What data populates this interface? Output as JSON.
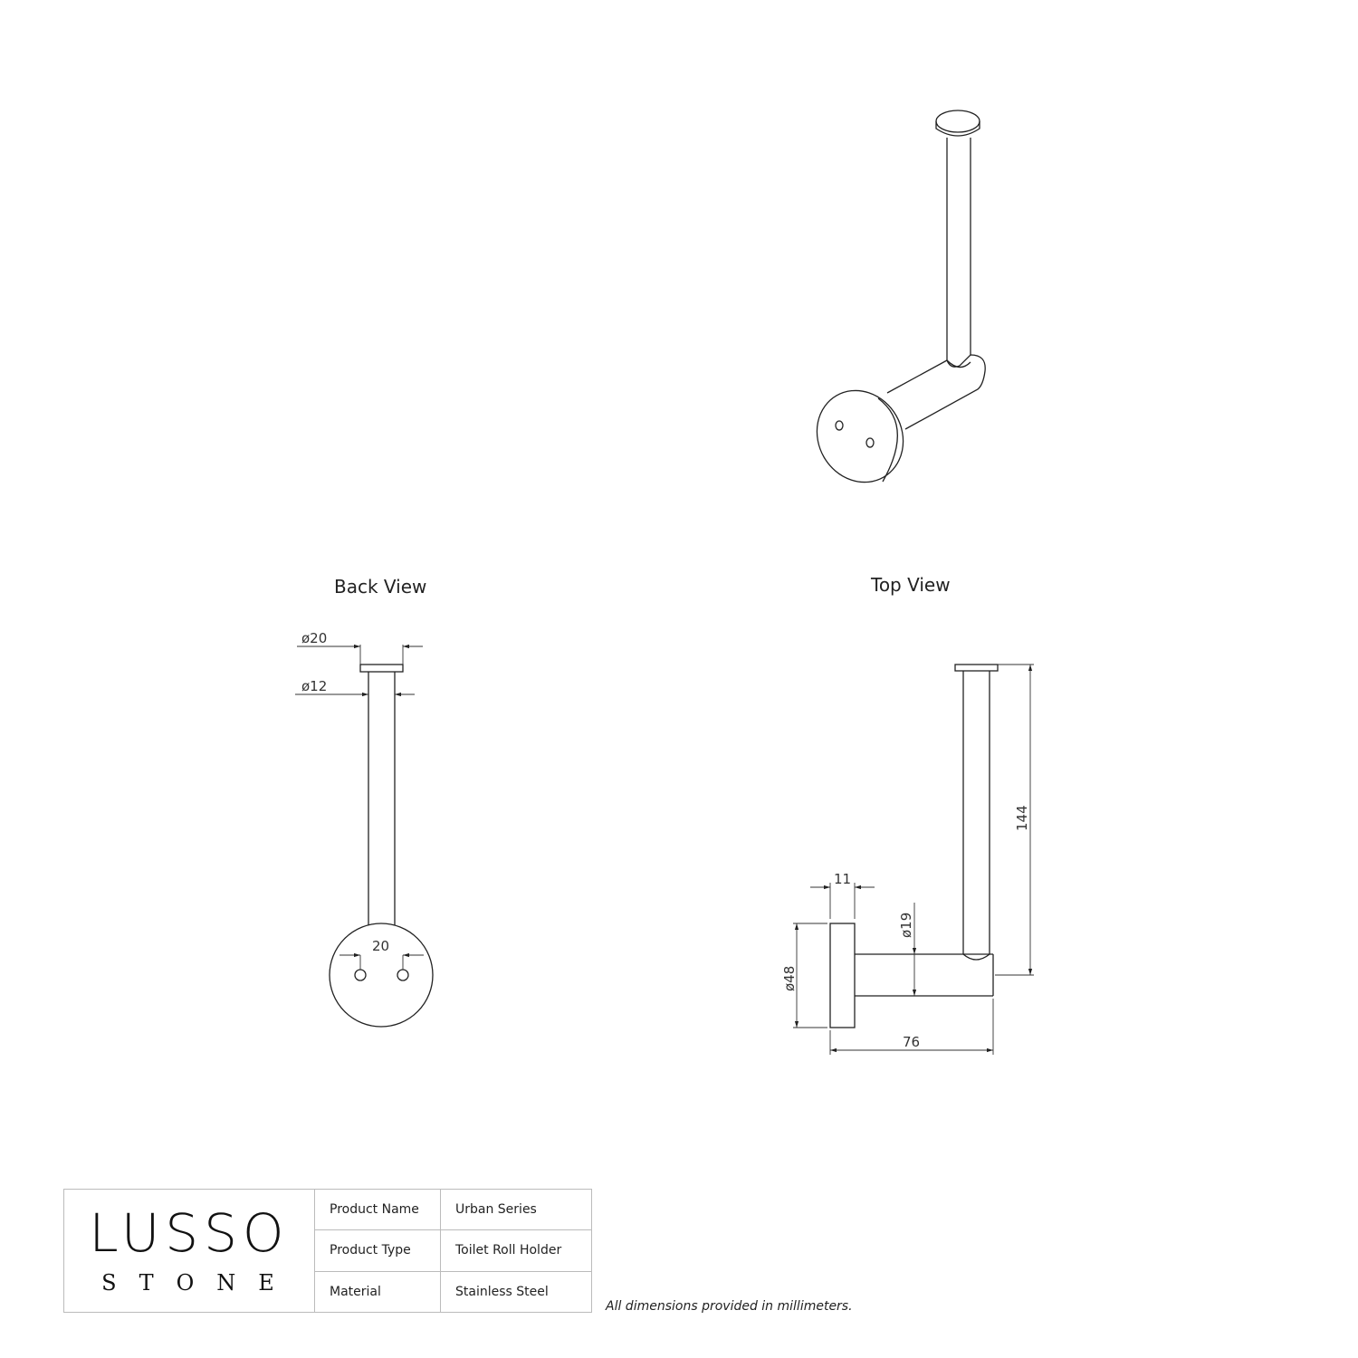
{
  "views": {
    "back_title": "Back View",
    "top_title": "Top View"
  },
  "dimensions": {
    "back_cap_diameter": "ø20",
    "back_post_diameter": "ø12",
    "back_hole_spacing": "20",
    "top_height": "144",
    "top_flange_thickness": "11",
    "top_arm_diameter": "ø19",
    "top_flange_diameter": "ø48",
    "top_depth": "76"
  },
  "title_block": {
    "logo_main": "LUSSO",
    "logo_sub": "STONE",
    "rows": [
      {
        "label": "Product Name",
        "value": "Urban Series"
      },
      {
        "label": "Product Type",
        "value": "Toilet Roll Holder"
      },
      {
        "label": "Material",
        "value": "Stainless Steel"
      }
    ]
  },
  "note": "All dimensions provided in millimeters."
}
